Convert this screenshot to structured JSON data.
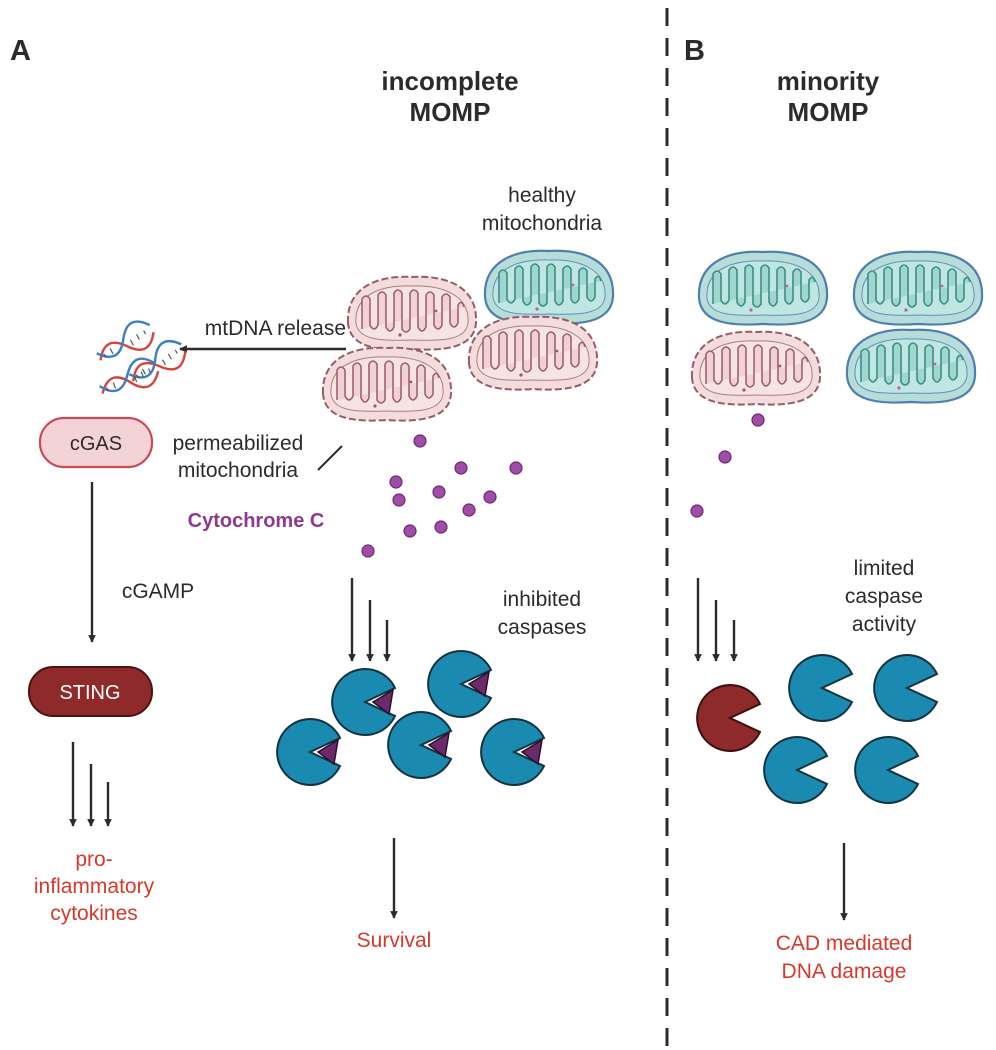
{
  "panels": {
    "a": {
      "letter": "A",
      "title_line1": "incomplete",
      "title_line2": "MOMP",
      "healthy_line1": "healthy",
      "healthy_line2": "mitochondria",
      "mtdna_release": "mtDNA release",
      "permeabilized_line1": "permeabilized",
      "permeabilized_line2": "mitochondria",
      "cytochrome": "Cytochrome C",
      "cgas": "cGAS",
      "cgamp": "cGAMP",
      "sting": "STING",
      "cytokines_line1": "pro-",
      "cytokines_line2": "inflammatory",
      "cytokines_line3": "cytokines",
      "inhibited_line1": "inhibited",
      "inhibited_line2": "caspases",
      "survival": "Survival"
    },
    "b": {
      "letter": "B",
      "title_line1": "minority",
      "title_line2": "MOMP",
      "limited_line1": "limited",
      "limited_line2": "caspase",
      "limited_line3": "activity",
      "cad_line1": "CAD mediated",
      "cad_line2": "DNA damage"
    }
  },
  "colors": {
    "healthy_mito_fill": "#b7ddd9",
    "healthy_mito_stroke": "#4f7fb0",
    "permeabilized_mito_fill": "#f2dcdc",
    "permeabilized_mito_stroke": "#9a5a6a",
    "caspase_blue": "#1a8ab0",
    "caspase_red": "#8e2a2a",
    "inhibitor_purple": "#6b2a6b",
    "cytochrome_purple": "#a14ca8",
    "cgas_fill": "#f4d3d6",
    "sting_fill": "#8e2a2a",
    "output_red": "#d5392b"
  }
}
